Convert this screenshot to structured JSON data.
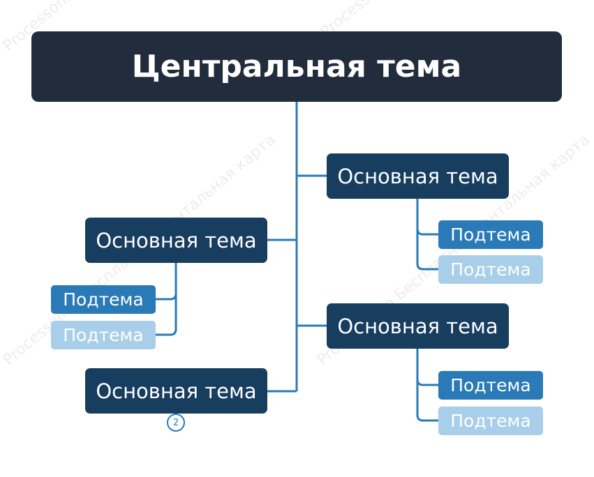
{
  "colors": {
    "central": "#212c3d",
    "main": "#173d5f",
    "sub_dark": "#2a7ab7",
    "sub_light": "#a8cee9",
    "connector": "#2a7ab7"
  },
  "mindmap": {
    "central": "Центральная тема",
    "right_top": {
      "label": "Основная тема",
      "subtopics": [
        "Подтема",
        "Подтема"
      ]
    },
    "left_top": {
      "label": "Основная тема",
      "subtopics": [
        "Подтема",
        "Подтема"
      ]
    },
    "right_bottom": {
      "label": "Основная тема",
      "subtopics": [
        "Подтема",
        "Подтема"
      ]
    },
    "left_bottom": {
      "label": "Основная тема",
      "collapsed_count": "2"
    }
  },
  "watermark": {
    "text": "Processon.io Бесплатная ментальная карта"
  }
}
